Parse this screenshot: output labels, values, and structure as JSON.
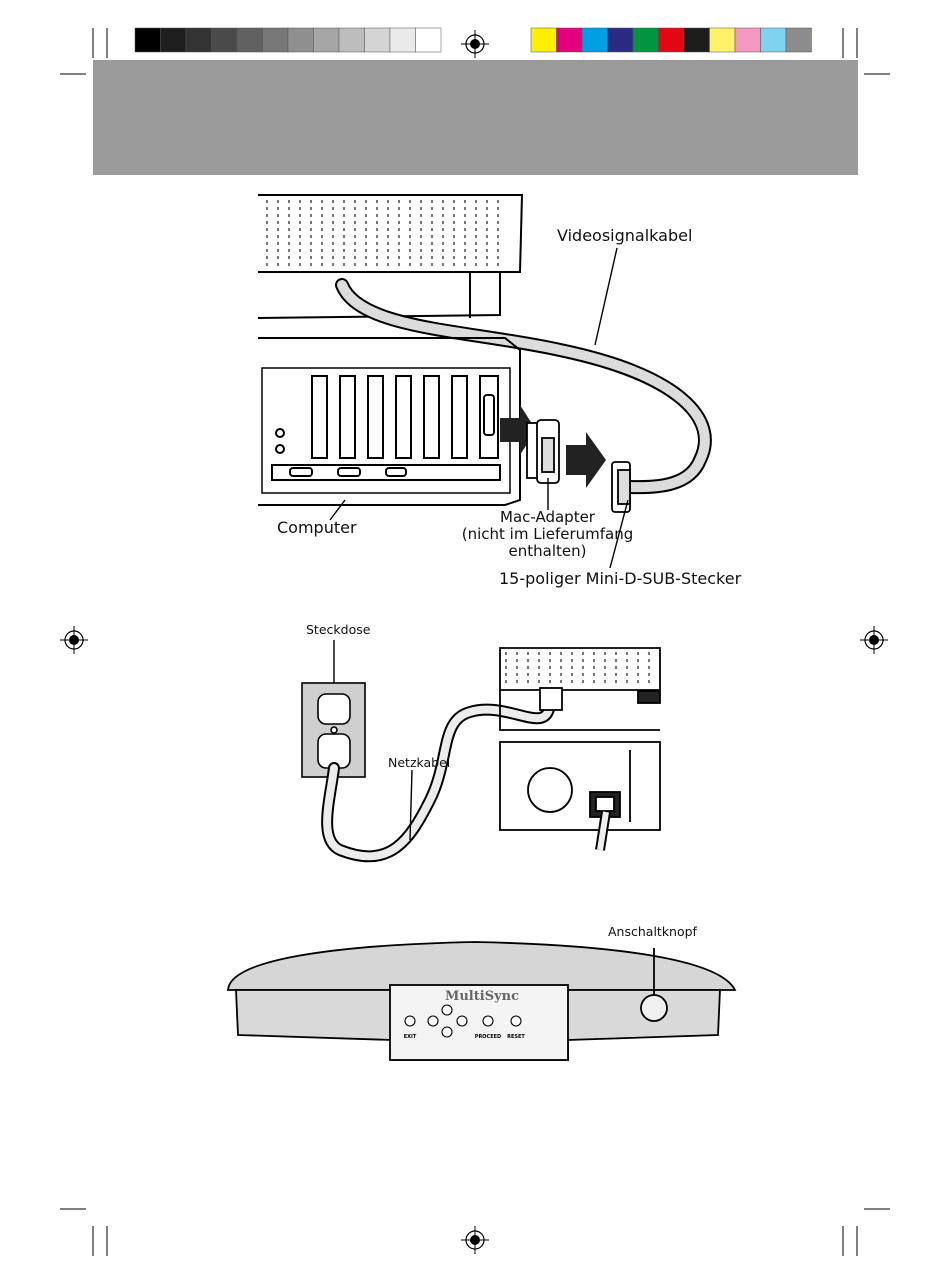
{
  "color_bar": {
    "grayscale": [
      "#000000",
      "#1f1f1f",
      "#333333",
      "#4a4a4a",
      "#616161",
      "#787878",
      "#8f8f8f",
      "#a6a6a6",
      "#bdbdbd",
      "#d4d4d4",
      "#eaeaea",
      "#ffffff"
    ],
    "colors": [
      "#ffef00",
      "#e5007e",
      "#009fe3",
      "#2b2a83",
      "#00963f",
      "#e30613",
      "#1d1d1b",
      "#fff26b",
      "#f49ac1",
      "#7fd3f0",
      "#8c8c8c"
    ]
  },
  "header_band_color": "#9b9b9b",
  "figure1": {
    "video_cable_label": "Videosignalkabel",
    "computer_label": "Computer",
    "mac_adapter_label": "Mac-Adapter\n(nicht im Lieferumfang\nenthalten)",
    "connector_label": "15-poliger Mini-D-SUB-Stecker"
  },
  "figure2": {
    "outlet_label": "Steckdose",
    "power_cable_label": "Netzkabel"
  },
  "figure3": {
    "power_button_label": "Anschaltknopf",
    "brand": "MultiSync",
    "buttons": [
      "EXIT",
      "PROCEED",
      "RESET"
    ]
  }
}
